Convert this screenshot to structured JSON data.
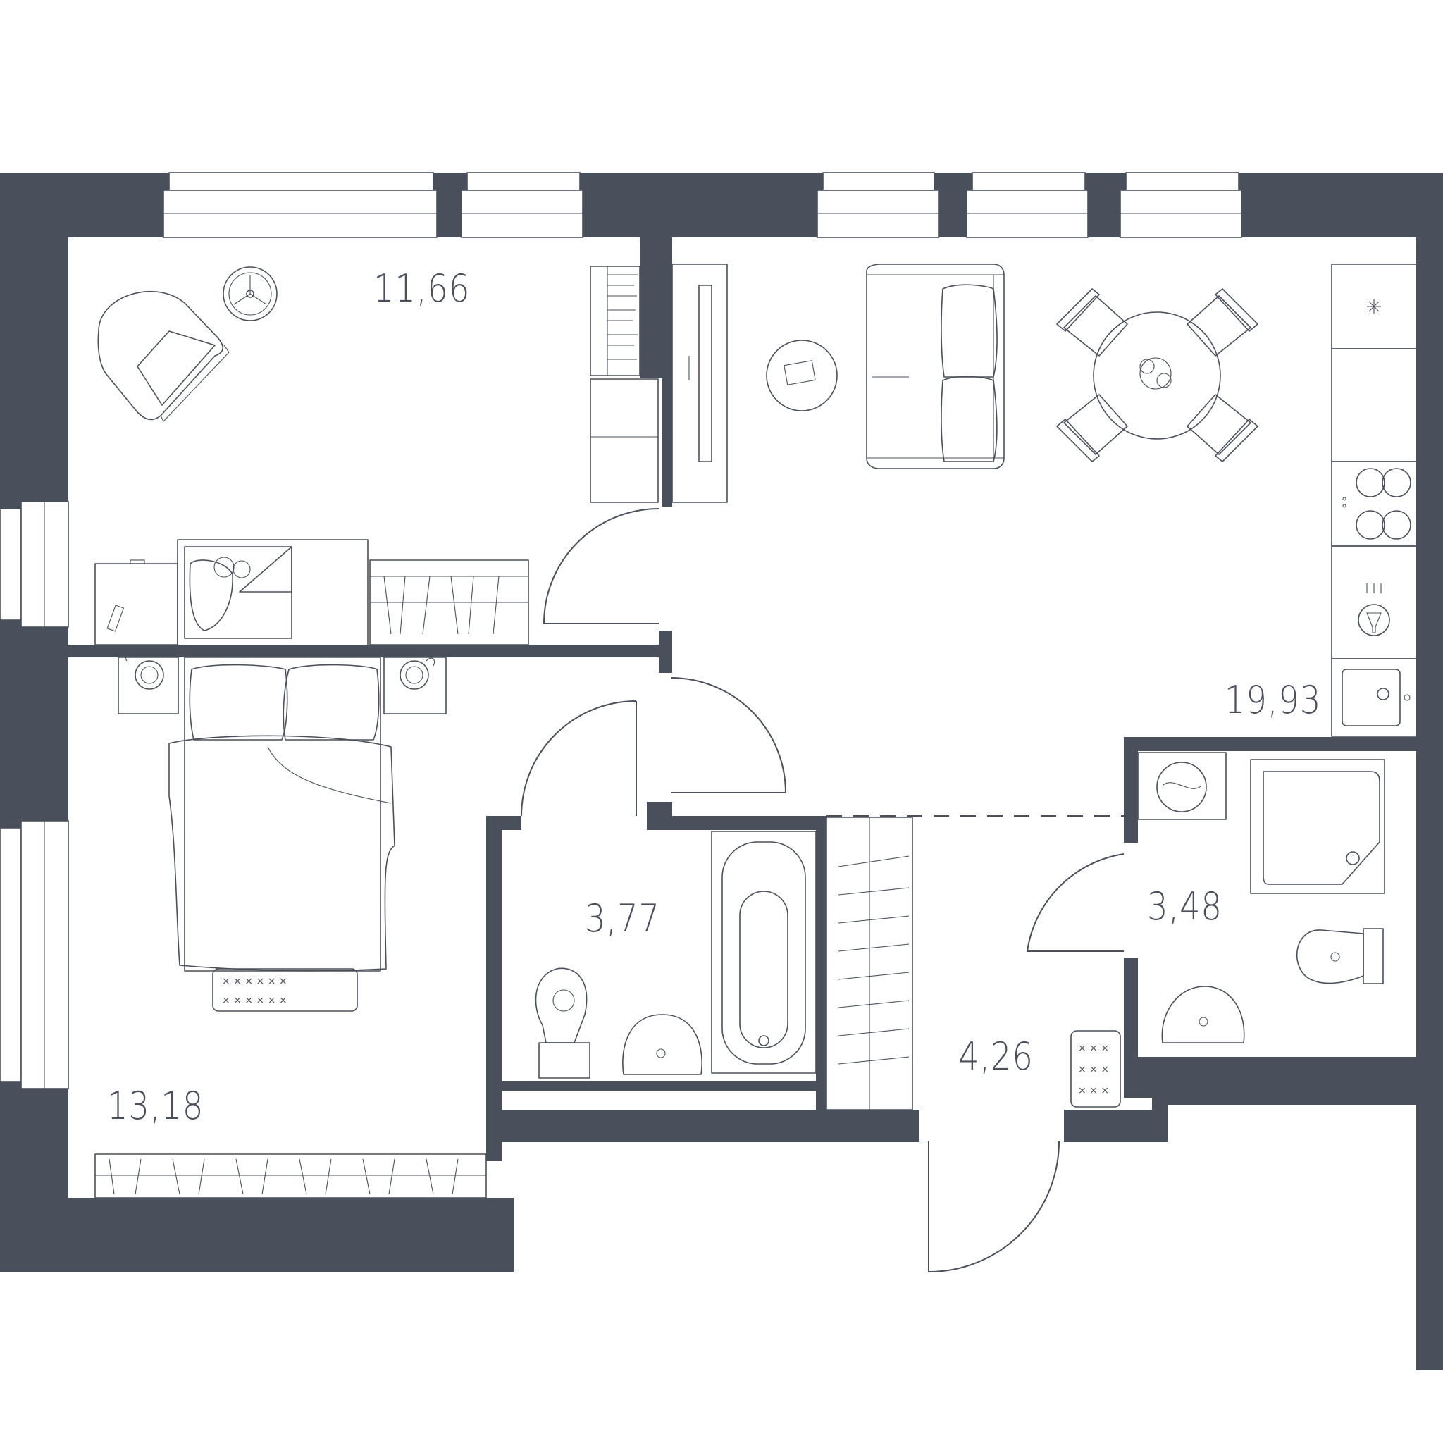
{
  "colors": {
    "wall": "#4a505b",
    "background": "#ffffff"
  },
  "rooms": [
    {
      "id": "living-room",
      "area": "11,66"
    },
    {
      "id": "kitchen-living",
      "area": "19,93"
    },
    {
      "id": "bedroom",
      "area": "13,18"
    },
    {
      "id": "bathroom",
      "area": "3,77"
    },
    {
      "id": "shower-room",
      "area": "3,48"
    },
    {
      "id": "hallway",
      "area": "4,26"
    }
  ],
  "icons": [
    "armchair-icon",
    "floor-lamp-icon",
    "sofa-icon",
    "dining-table-icon",
    "bed-icon",
    "bathtub-icon",
    "toilet-icon",
    "sink-icon",
    "shower-icon",
    "washing-machine-icon",
    "stove-icon",
    "wardrobe-icon"
  ]
}
